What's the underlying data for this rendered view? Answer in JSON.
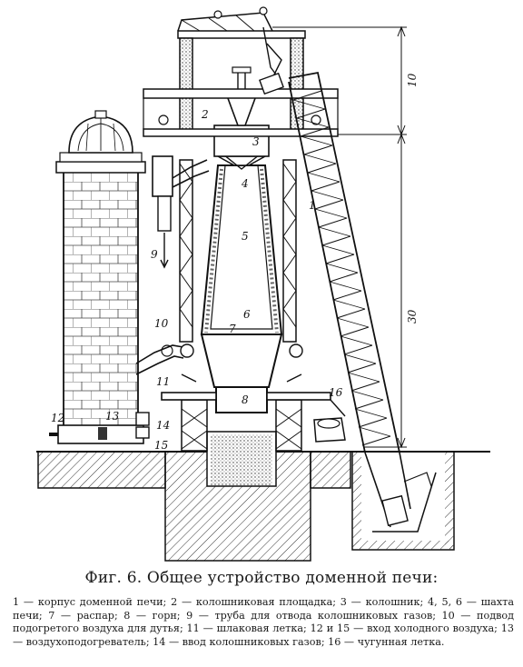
{
  "caption": "Фиг. 6. Общее устройство доменной печи:",
  "legend": "1 — корпус доменной печи; 2 — колошниковая площадка; 3 — колошник; 4, 5, 6 — шахта печи; 7 — распар; 8 — горн; 9 — труба для отвода колошниковых газов; 10 — подвод подогретого воздуха для дутья; 11 — шлаковая летка; 12 и 15 — вход холодного воздуха; 13 — воздухоподогреватель; 14 — ввод колошниковых газов; 16 — чугунная летка.",
  "labels": {
    "n1": "1",
    "n2": "2",
    "n3": "3",
    "n4": "4",
    "n5": "5",
    "n6": "6",
    "n7": "7",
    "n8": "8",
    "n9": "9",
    "n10": "10",
    "n11": "11",
    "n12": "12",
    "n13": "13",
    "n14": "14",
    "n15": "15",
    "n16": "16"
  },
  "dimensions": {
    "top": "10",
    "main": "30"
  }
}
